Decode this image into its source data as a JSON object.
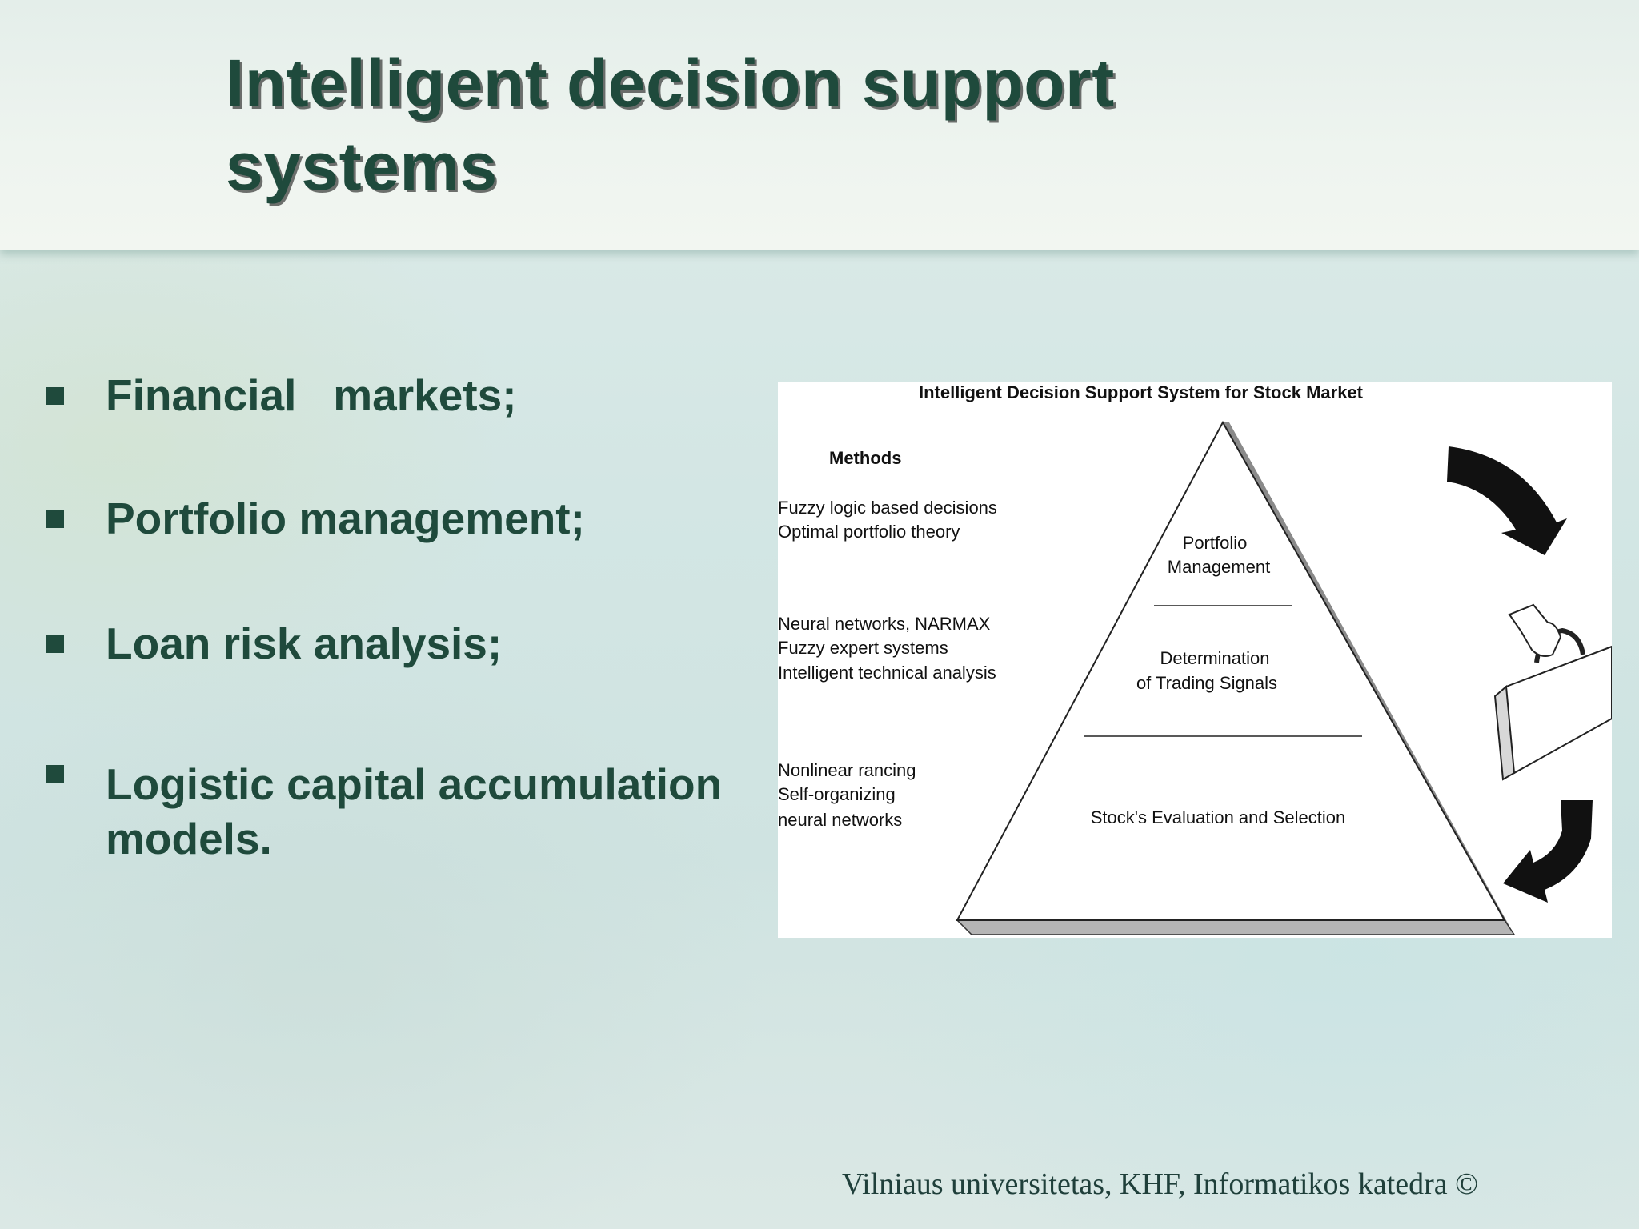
{
  "slide": {
    "title": "Intelligent decision support systems",
    "bullets": [
      "Financial   markets;",
      "Portfolio management;",
      "Loan risk analysis;",
      "Logistic capital accumulation models."
    ],
    "footer": "Vilniaus universitetas, KHF, Informatikos katedra ©"
  },
  "diagram": {
    "title": "Intelligent Decision Support System for Stock Market",
    "methods_heading": "Methods",
    "method_groups": [
      [
        "Fuzzy logic based decisions",
        "Optimal portfolio theory"
      ],
      [
        "Neural networks, NARMAX",
        "Fuzzy expert systems",
        "Intelligent technical analysis"
      ],
      [
        "Nonlinear rancing",
        "Self-organizing",
        "neural networks"
      ]
    ],
    "pyramid_levels": [
      [
        "Portfolio",
        "Management"
      ],
      [
        "Determination",
        "of Trading Signals"
      ],
      [
        "Stock's Evaluation and Selection"
      ]
    ],
    "colors": {
      "ink": "#111111",
      "pyramid_side": "#8a8a8a",
      "pyramid_base": "#b5b5b5"
    },
    "icons": [
      "curved-arrow-down-icon",
      "briefcase-hand-icon",
      "curved-arrow-left-icon"
    ]
  }
}
